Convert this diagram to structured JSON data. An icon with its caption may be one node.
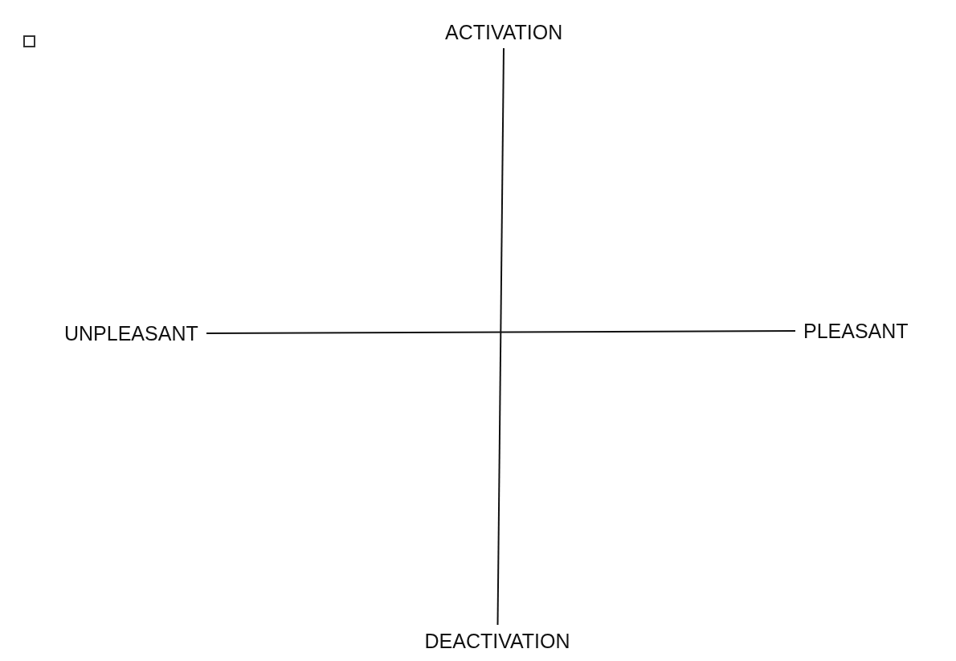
{
  "diagram": {
    "nodes": [
      {
        "text": [
          "ACTIVATION"
        ]
      },
      {
        "text": [
          "UNPLEASANT"
        ]
      },
      {
        "text": [
          "PLEASANT"
        ]
      },
      {
        "text": [
          "DEACTIVATION"
        ]
      }
    ],
    "edges": [
      {
        "from": 1,
        "to": 2,
        "arrow": "none"
      },
      {
        "from": 0,
        "to": 3,
        "arrow": "none"
      }
    ]
  }
}
